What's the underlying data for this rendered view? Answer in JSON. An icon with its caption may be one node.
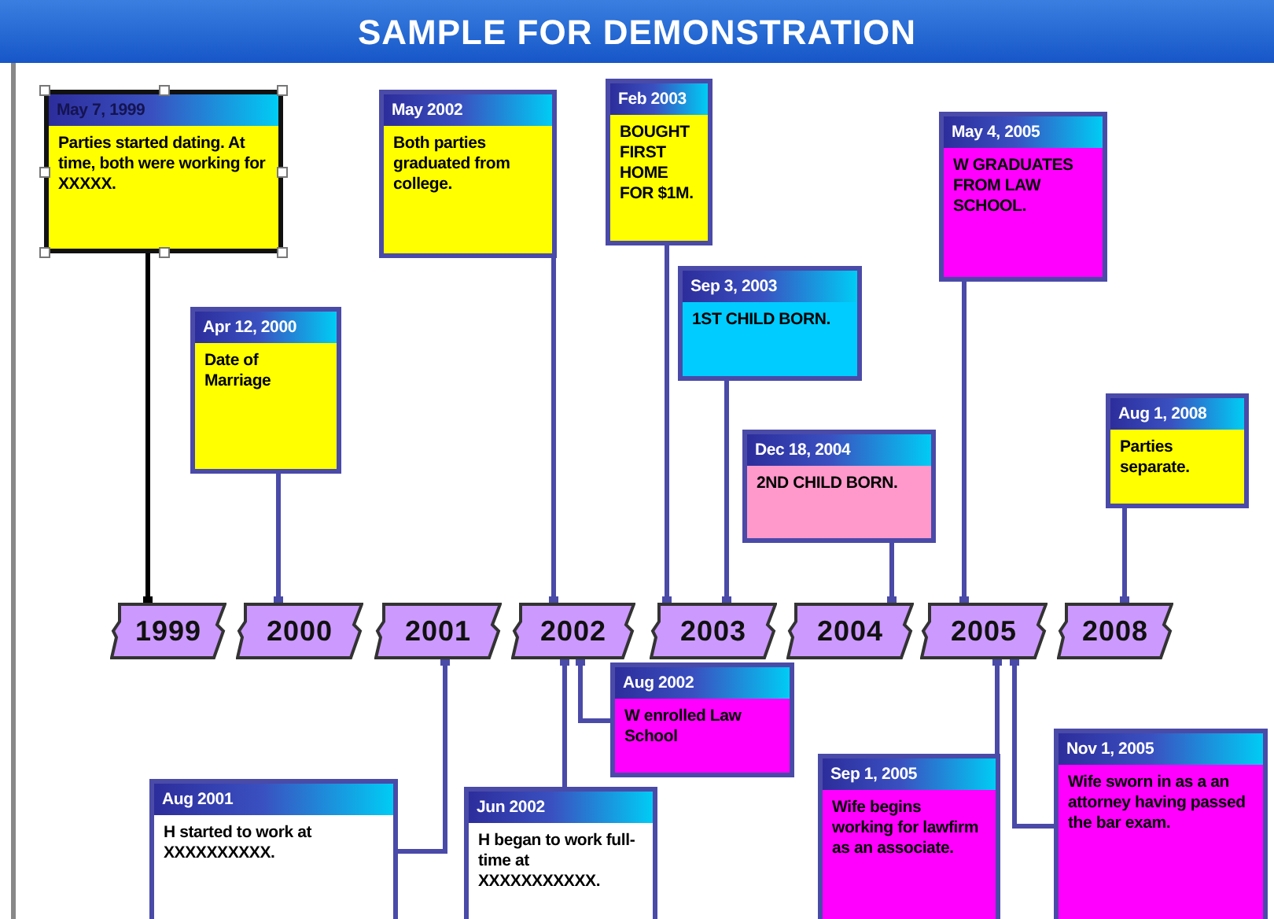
{
  "diagram": {
    "title": "SAMPLE FOR DEMONSTRATION",
    "nodes": [
      {
        "text": [
          "May 7, 1999",
          "Parties started dating. At time, both were working for XXXXX."
        ]
      },
      {
        "text": [
          "Apr 12, 2000",
          "Date of Marriage"
        ]
      },
      {
        "text": [
          "May 2002",
          "Both parties graduated from college."
        ]
      },
      {
        "text": [
          "Feb 2003",
          "BOUGHT FIRST HOME FOR $1M."
        ]
      },
      {
        "text": [
          "Sep 3, 2003",
          "1ST CHILD BORN."
        ]
      },
      {
        "text": [
          "Dec 18, 2004",
          "2ND CHILD BORN."
        ]
      },
      {
        "text": [
          "May 4, 2005",
          "W GRADUATES FROM LAW SCHOOL."
        ]
      },
      {
        "text": [
          "Aug 1, 2008",
          "Parties separate."
        ]
      },
      {
        "text": [
          "1999"
        ]
      },
      {
        "text": [
          "2000"
        ]
      },
      {
        "text": [
          "2001"
        ]
      },
      {
        "text": [
          "2002"
        ]
      },
      {
        "text": [
          "2003"
        ]
      },
      {
        "text": [
          "2004"
        ]
      },
      {
        "text": [
          "2005"
        ]
      },
      {
        "text": [
          "2008"
        ]
      },
      {
        "text": [
          "Aug 2001",
          "H started to work at XXXXXXXXXX."
        ]
      },
      {
        "text": [
          "Jun 2002",
          "H began to work full-time at XXXXXXXXXXX."
        ]
      },
      {
        "text": [
          "Aug 2002",
          "W enrolled Law School"
        ]
      },
      {
        "text": [
          "Sep 1, 2005",
          "Wife begins working for lawfirm as an associate."
        ]
      },
      {
        "text": [
          "Nov 1, 2005",
          "Wife sworn in as a an attorney having passed the bar exam."
        ]
      }
    ],
    "edges": [
      {
        "from": 0,
        "to": 8,
        "arrow": "other",
        "color": "#000000"
      },
      {
        "from": 1,
        "to": 9,
        "arrow": "other"
      },
      {
        "from": 2,
        "to": 11,
        "arrow": "other"
      },
      {
        "from": 3,
        "to": 12,
        "arrow": "other"
      },
      {
        "from": 4,
        "to": 12,
        "arrow": "other"
      },
      {
        "from": 5,
        "to": 13,
        "arrow": "other"
      },
      {
        "from": 6,
        "to": 14,
        "arrow": "other"
      },
      {
        "from": 7,
        "to": 15,
        "arrow": "other"
      },
      {
        "from": 16,
        "to": 10,
        "arrow": "other"
      },
      {
        "from": 17,
        "to": 11,
        "arrow": "other"
      },
      {
        "from": 18,
        "to": 11,
        "arrow": "other"
      },
      {
        "from": 19,
        "to": 14,
        "arrow": "other"
      },
      {
        "from": 20,
        "to": 14,
        "arrow": "other"
      }
    ]
  }
}
